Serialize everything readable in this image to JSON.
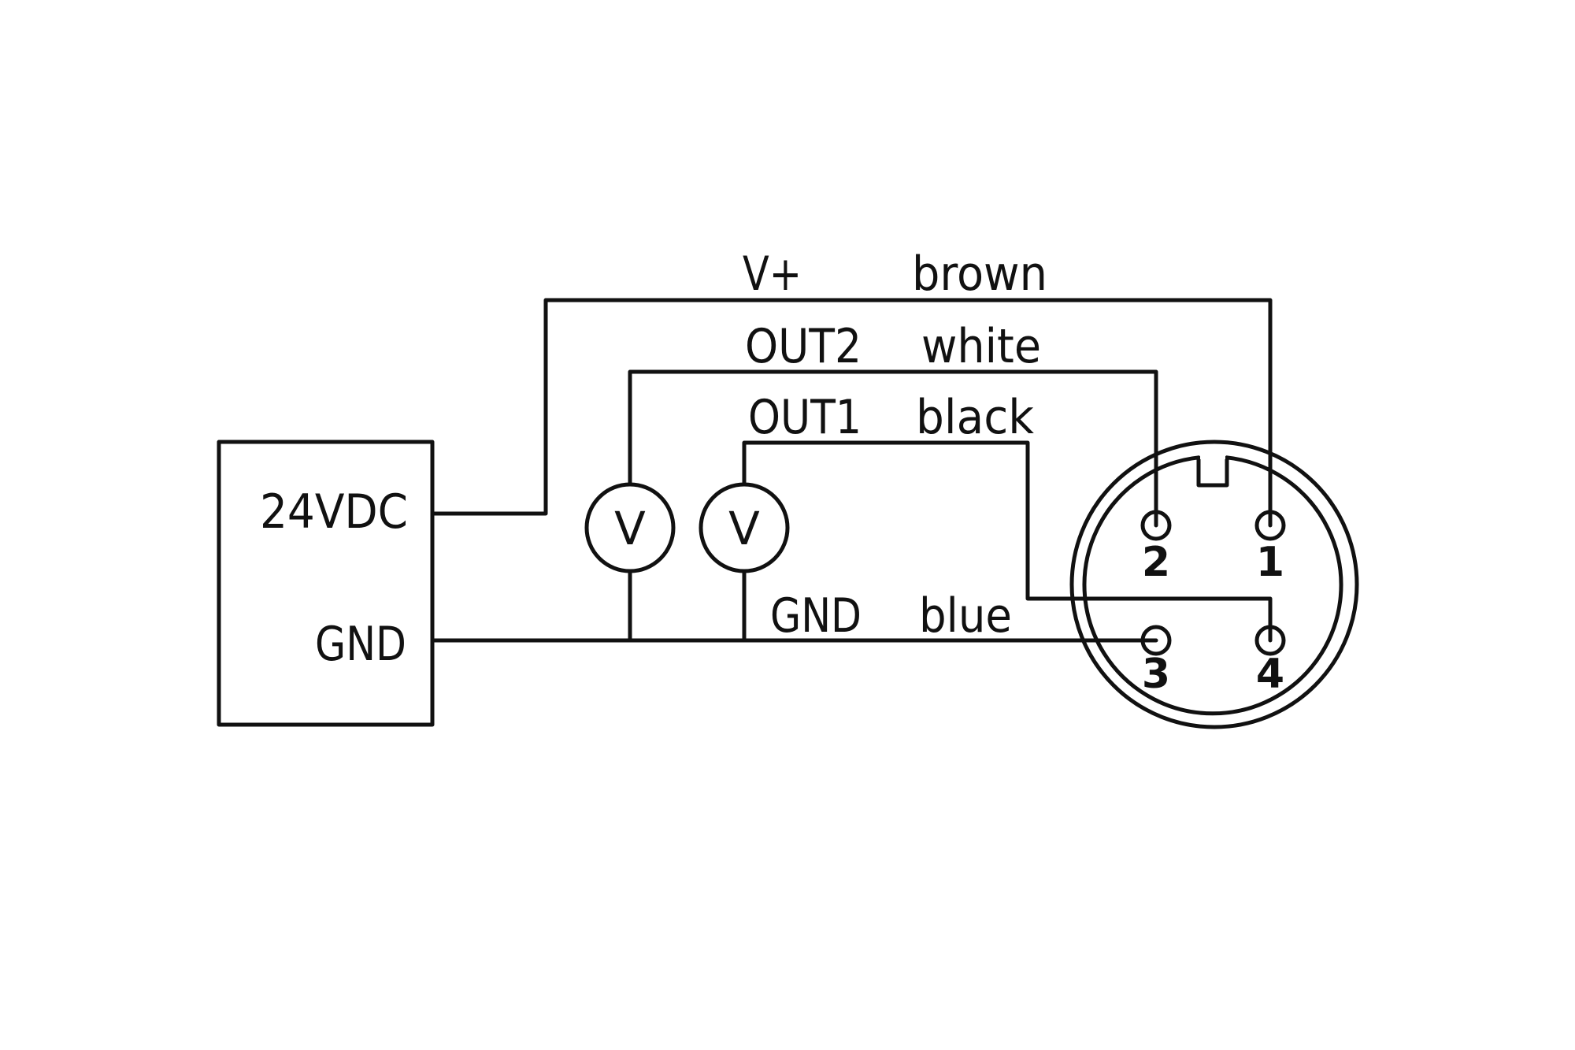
{
  "diagram": {
    "title": "",
    "power_supply": {
      "positive_label": "24VDC",
      "ground_label": "GND"
    },
    "voltmeters": [
      {
        "symbol": "V",
        "measures": "OUT2"
      },
      {
        "symbol": "V",
        "measures": "OUT1"
      }
    ],
    "wires": [
      {
        "signal": "V+",
        "color": "brown",
        "pin": "1"
      },
      {
        "signal": "OUT2",
        "color": "white",
        "pin": "2"
      },
      {
        "signal": "OUT1",
        "color": "black",
        "pin": "4"
      },
      {
        "signal": "GND",
        "color": "blue",
        "pin": "3"
      }
    ],
    "connector": {
      "type": "M12 4-pin (keyed)",
      "pins": [
        {
          "number": "1"
        },
        {
          "number": "2"
        },
        {
          "number": "3"
        },
        {
          "number": "4"
        }
      ]
    },
    "colors": {
      "line": "#111111",
      "background": "#ffffff"
    }
  }
}
